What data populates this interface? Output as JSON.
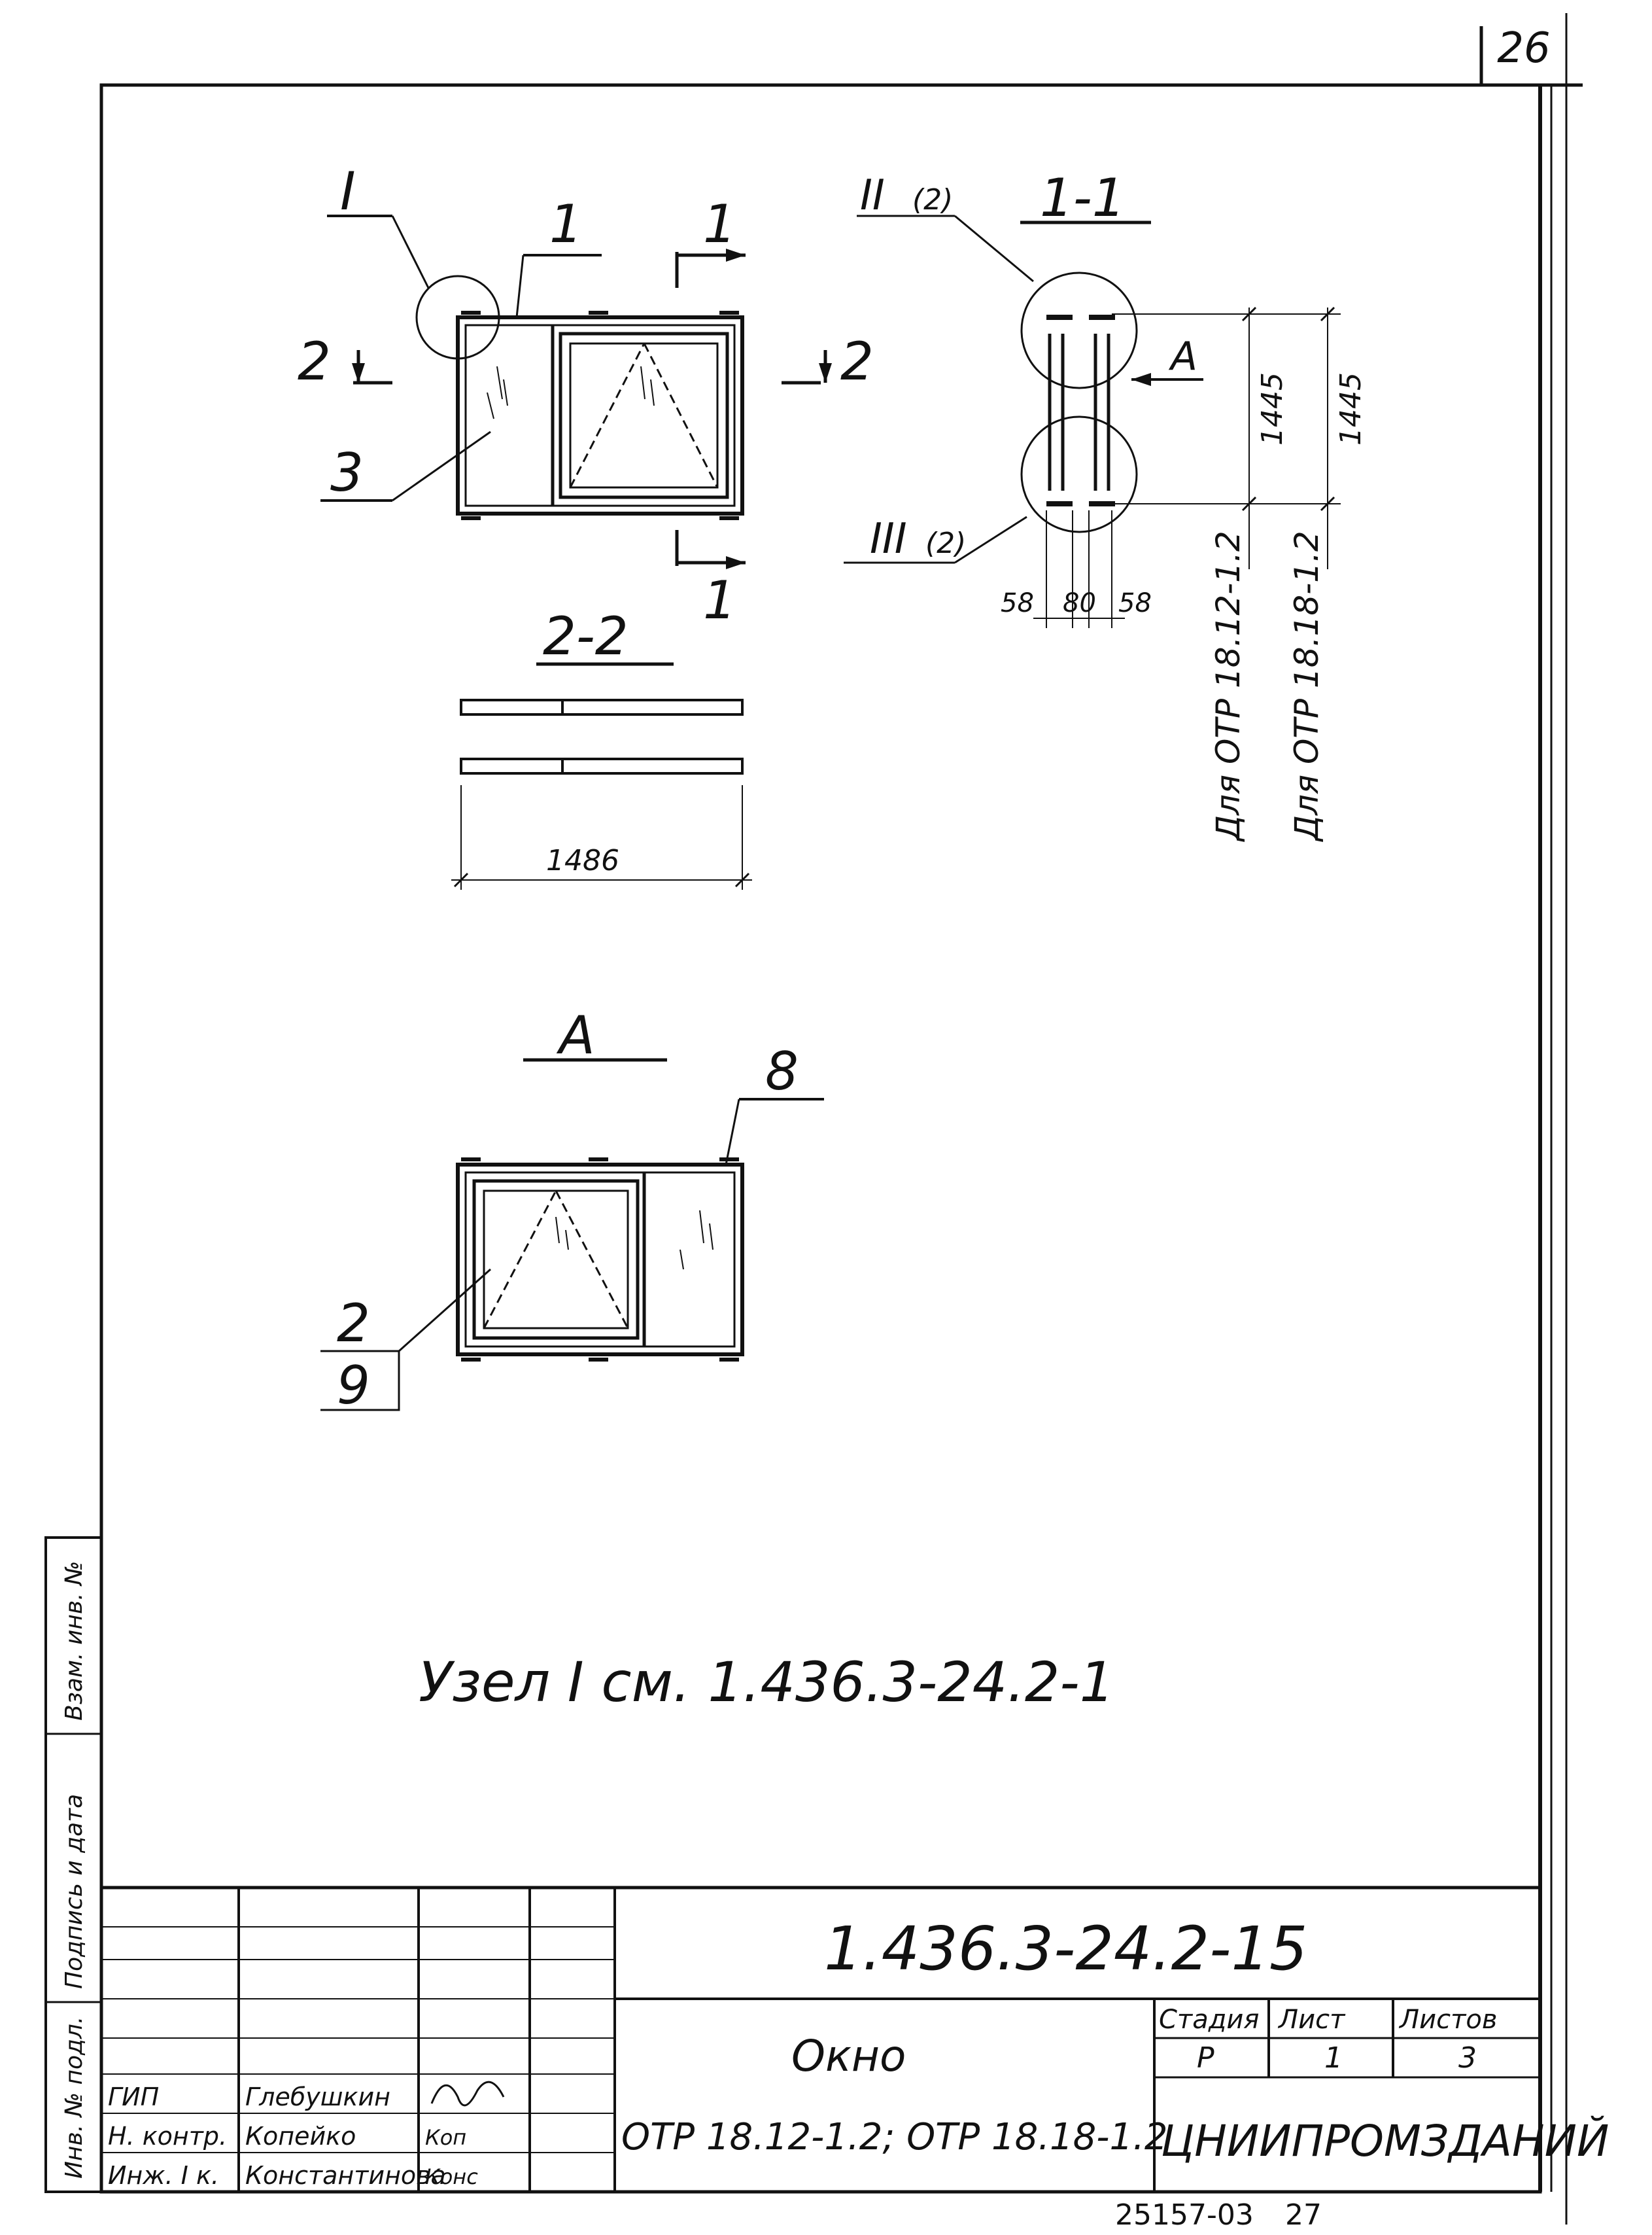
{
  "sheet_number": "26",
  "views": {
    "main": {
      "node_callout": "I",
      "part_1": "1",
      "part_3": "3",
      "cut_1_top": "1",
      "cut_1_bottom": "1",
      "cut_2_left": "2",
      "cut_2_right": "2"
    },
    "section_1_1": {
      "title": "1-1",
      "node_II": "II",
      "node_II_count": "(2)",
      "node_III": "III",
      "node_III_count": "(2)",
      "view_mark": "A",
      "dim_height_a": "1445",
      "dim_height_b": "1445",
      "note_a": "Для ОТР 18.12-1.2",
      "note_b": "Для ОТР 18.18-1.2",
      "dim_w1": "58",
      "dim_w2": "80",
      "dim_w3": "58"
    },
    "section_2_2": {
      "title": "2-2",
      "dim_width": "1486"
    },
    "view_A": {
      "title": "A",
      "part_8": "8",
      "part_2": "2",
      "part_9": "9"
    }
  },
  "node_note": "Узел I см. 1.436.3-24.2-1",
  "side_stamp": {
    "text_a": "Инв. № подл.",
    "text_b": "Подпись и дата",
    "text_c": "Взам. инв. №"
  },
  "title_block": {
    "designation": "1.436.3-24.2-15",
    "title": "Окно",
    "subtitle": "ОТР 18.12-1.2; ОТР 18.18-1.2",
    "stage_header": "Стадия",
    "sheet_header": "Лист",
    "sheets_header": "Листов",
    "stage": "Р",
    "sheet": "1",
    "sheets": "3",
    "organization": "ЦНИИПРОМЗДАНИЙ",
    "signatures": [
      {
        "role": "ГИП",
        "name": "Глебушкин",
        "sign": ""
      },
      {
        "role": "Н. контр.",
        "name": "Копейко",
        "sign": "Коп"
      },
      {
        "role": "Инж. I к.",
        "name": "Константинова",
        "sign": "Конс"
      }
    ]
  },
  "footer": {
    "archive_number": "25157-03",
    "page_number": "27"
  }
}
